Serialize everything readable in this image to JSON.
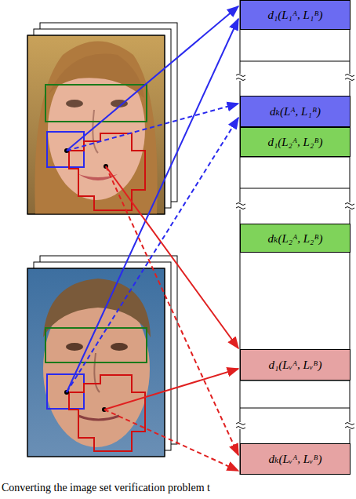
{
  "diagram": {
    "caption": "Converting the image set verification problem t",
    "nodes": [
      {
        "text": [
          "d₁(L₁ᴬ, L₁ᴮ)"
        ]
      },
      {
        "text": [
          "dₖ(Lᴬ, L₁ᴮ)"
        ]
      },
      {
        "text": [
          "d₁(L₂ᴬ, L₂ᴮ)"
        ]
      },
      {
        "text": [
          "dₖ(L₂ᴬ, L₂ᴮ)"
        ]
      },
      {
        "text": [
          "d₁(Lᵥᴬ, Lᵥᴮ)"
        ]
      },
      {
        "text": [
          "dₖ(Lᵥᴬ, Lᵥᴮ)"
        ]
      }
    ]
  }
}
